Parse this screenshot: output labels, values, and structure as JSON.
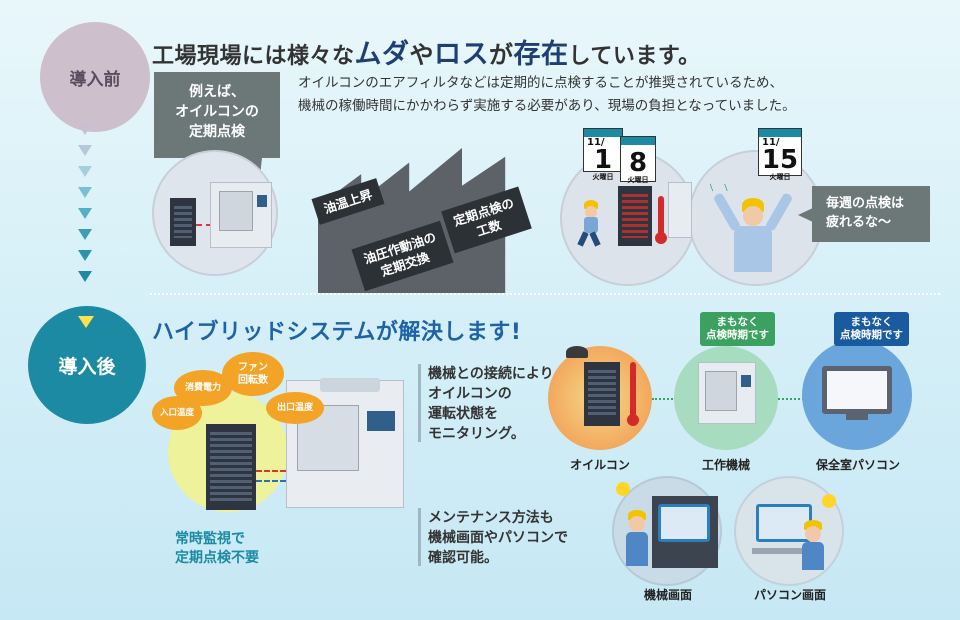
{
  "before": {
    "badge": "導入前",
    "heading_normal_a": "工場現場には様々な",
    "heading_big_a": "ムダ",
    "heading_normal_b": "や",
    "heading_big_b": "ロス",
    "heading_normal_c": "が",
    "heading_big_c": "存在",
    "heading_normal_d": "しています。",
    "bubble_line1": "例えば、",
    "bubble_line2": "オイルコンの",
    "bubble_line3": "定期点検",
    "desc_line1": "オイルコンのエアフィルタなどは定期的に点検することが推奨されているため、",
    "desc_line2": "機械の稼働時間にかかわらず実施する必要があり、現場の負担となっていました。",
    "label_oil_temp": "油温上昇",
    "label_hydraulic_line1": "油圧作動油の",
    "label_hydraulic_line2": "定期交換",
    "label_inspect_line1": "定期点検の",
    "label_inspect_line2": "工数",
    "calendars": [
      {
        "month": "11/",
        "day": "1",
        "weekday": "火曜日"
      },
      {
        "month": "",
        "day": "8",
        "weekday": "火曜日"
      },
      {
        "month": "11/",
        "day": "15",
        "weekday": "火曜日"
      }
    ],
    "tired_line1": "毎週の点検は",
    "tired_line2": "疲れるな〜"
  },
  "after": {
    "badge": "導入後",
    "heading": "ハイブリッドシステムが解決します!",
    "clouds": [
      "入口温度",
      "消費電力",
      "ファン\n回転数",
      "出口温度"
    ],
    "caption_line1": "常時監視で",
    "caption_line2": "定期点検不要",
    "point1_line1": "機械との接続により",
    "point1_line2": "オイルコンの",
    "point1_line3": "運転状態を",
    "point1_line4": "モニタリング。",
    "point2_line1": "メンテナンス方法も",
    "point2_line2": "機械画面やパソコンで",
    "point2_line3": "確認可能。",
    "network": [
      {
        "caption": "オイルコン"
      },
      {
        "caption": "工作機械",
        "tag_line1": "まもなく",
        "tag_line2": "点検時期です"
      },
      {
        "caption": "保全室パソコン",
        "tag_line1": "まもなく",
        "tag_line2": "点検時期です"
      }
    ],
    "screens": [
      {
        "caption": "機械画面"
      },
      {
        "caption": "パソコン画面"
      }
    ]
  },
  "colors": {
    "teal": "#1d8aa3",
    "navy": "#1d3f73",
    "blue_heading": "#1d63a6",
    "grey_bubble": "#6c7778",
    "orange_cloud": "#f3a325",
    "green_tag": "#3aa160",
    "blue_tag": "#1a5a9e"
  },
  "icons": [
    "down-arrow-icon",
    "thermometer-icon",
    "running-person-icon",
    "stressed-person-icon",
    "tortoise-icon",
    "lightbulb-icon",
    "monitor-icon"
  ]
}
